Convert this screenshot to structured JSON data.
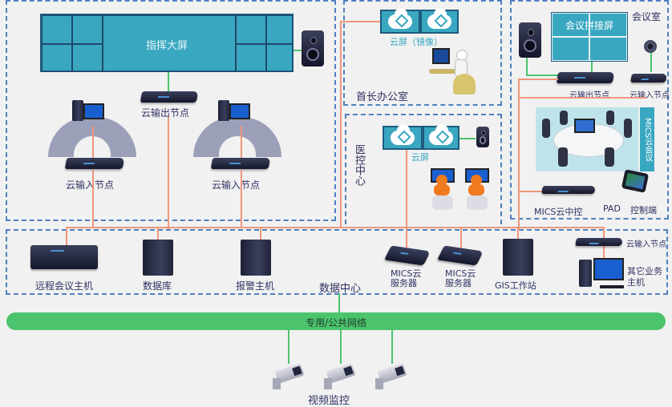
{
  "diagram": {
    "title": "指挥调度系统架构图",
    "zones": {
      "command_hall": {
        "big_screen_label": "指挥大屏",
        "output_node_label": "云输出节点",
        "input_node_left_label": "云输入节点",
        "input_node_right_label": "云输入节点"
      },
      "chief_office": {
        "zone_label": "首长办公室",
        "screen_label": "云屏（镜像）"
      },
      "medical_control_center": {
        "zone_label": "医控中心",
        "screen_label": "云屏"
      },
      "meeting_room": {
        "zone_label": "会议室",
        "splice_screen_label": "会议拼接屏",
        "output_node_label": "云输出节点",
        "input_node_label": "云输入节点",
        "mics_conference_label": "MICS云会议",
        "mics_central_control_label": "MICS云中控",
        "pad_label": "PAD",
        "control_terminal_label": "控制端"
      },
      "data_center": {
        "zone_label": "数据中心",
        "devices": [
          {
            "label": "远程会议主机"
          },
          {
            "label": "数据库"
          },
          {
            "label": "报警主机"
          },
          {
            "label": "MICS云\n服务器"
          },
          {
            "label": "MICS云\n服务器"
          },
          {
            "label": "GIS工作站"
          },
          {
            "label": "其它业务\n主机"
          }
        ],
        "input_node_label": "云输入节点"
      }
    },
    "network": {
      "label": "专用/公共网络"
    },
    "surveillance": {
      "label": "视频监控",
      "camera_count": 3
    },
    "colors": {
      "screen": "#3aa7c1",
      "dash_border": "#4f7fc0",
      "wire_orange": "#f0977a",
      "wire_green": "#4cc46e",
      "network_bar": "#4cc46e",
      "background": "#f1f1f1"
    }
  }
}
